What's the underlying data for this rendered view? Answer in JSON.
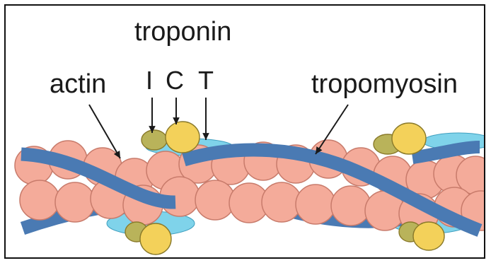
{
  "labels": {
    "troponin": "troponin",
    "actin": "actin",
    "tropomyosin": "tropomyosin",
    "subunit_i": "I",
    "subunit_c": "C",
    "subunit_t": "T"
  },
  "colors": {
    "actin_fill": "#f4ab9a",
    "actin_stroke": "#c87b6b",
    "tropomyosin": "#4a7ab3",
    "troponin_i": "#b9b35a",
    "troponin_c": "#f3d15a",
    "troponin_t": "#7fd3ea"
  }
}
